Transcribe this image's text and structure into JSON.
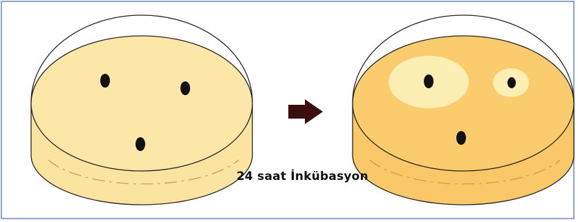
{
  "caption": "24 saat İnkübasyon",
  "colors": {
    "border": "#8aa6c8",
    "plate_before_fill": "#fce7a8",
    "plate_before_side": "#fbe3a0",
    "plate_after_fill": "#fbcc6e",
    "plate_after_side": "#fac868",
    "clear_zone": "#fdeeb4",
    "colony": "#111111",
    "arrow": "#3c0d0d",
    "outline": "#222222",
    "dash": "#c99a45"
  },
  "plates": [
    {
      "name": "before-incubation",
      "colony_count": 3,
      "clear_zone_count": 0
    },
    {
      "name": "after-incubation",
      "colony_count": 3,
      "clear_zone_count": 2
    }
  ],
  "arrow_icon": "right-arrow-icon"
}
